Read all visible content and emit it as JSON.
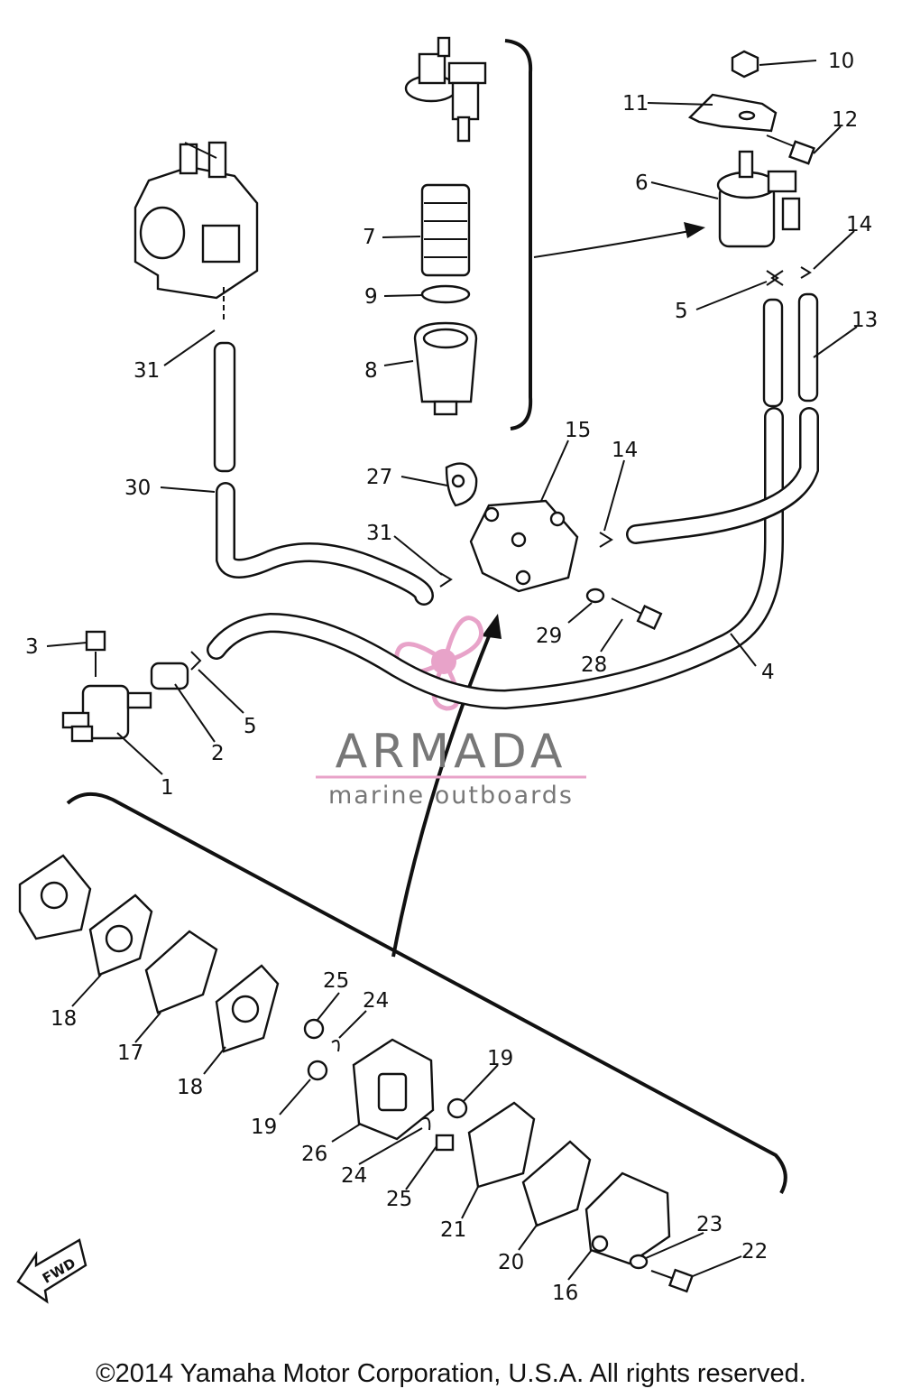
{
  "labels": {
    "p1": "1",
    "p2": "2",
    "p3": "3",
    "p4": "4",
    "p5a": "5",
    "p5b": "5",
    "p6": "6",
    "p7": "7",
    "p8": "8",
    "p9": "9",
    "p10": "10",
    "p11": "11",
    "p12": "12",
    "p13": "13",
    "p14a": "14",
    "p14b": "14",
    "p15": "15",
    "p16": "16",
    "p17": "17",
    "p18a": "18",
    "p18b": "18",
    "p19a": "19",
    "p19b": "19",
    "p20": "20",
    "p21": "21",
    "p22": "22",
    "p23": "23",
    "p24a": "24",
    "p24b": "24",
    "p25a": "25",
    "p25b": "25",
    "p26": "26",
    "p27": "27",
    "p28": "28",
    "p29": "29",
    "p30": "30",
    "p31a": "31",
    "p31b": "31"
  },
  "watermark": {
    "title": "ARMADA",
    "subtitle": "marine outboards",
    "accent_color": "#e8a3c9",
    "text_color": "#777777"
  },
  "fwd_marker": "FWD",
  "copyright": "©2014 Yamaha Motor Corporation, U.S.A. All rights reserved."
}
